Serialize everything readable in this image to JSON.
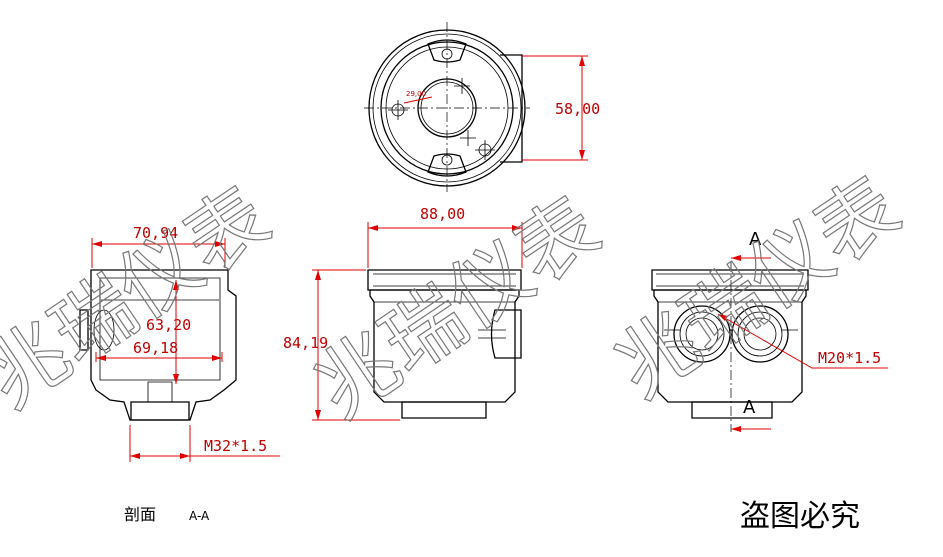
{
  "watermark": {
    "text_a": "兆瑞仪表",
    "text_b": "兆瑞仪表",
    "text_c": "兆瑞仪表"
  },
  "top_view": {
    "dim_height": "58,00",
    "dim_small": "29,00"
  },
  "section_view": {
    "dim_top_width": "70,94",
    "dim_height": "63,20",
    "dim_inner_width": "69,18",
    "thread": "M32*1.5",
    "caption": "剖面",
    "caption_tag": "A-A"
  },
  "front_view": {
    "dim_width": "88,00",
    "dim_height": "84,19"
  },
  "side_view": {
    "section_mark_top": "A",
    "section_mark_bottom": "A",
    "thread": "M20*1.5"
  },
  "notice": "盗图必究",
  "colors": {
    "dimension": "#e00000",
    "line": "#000000",
    "watermark": "#777777"
  }
}
